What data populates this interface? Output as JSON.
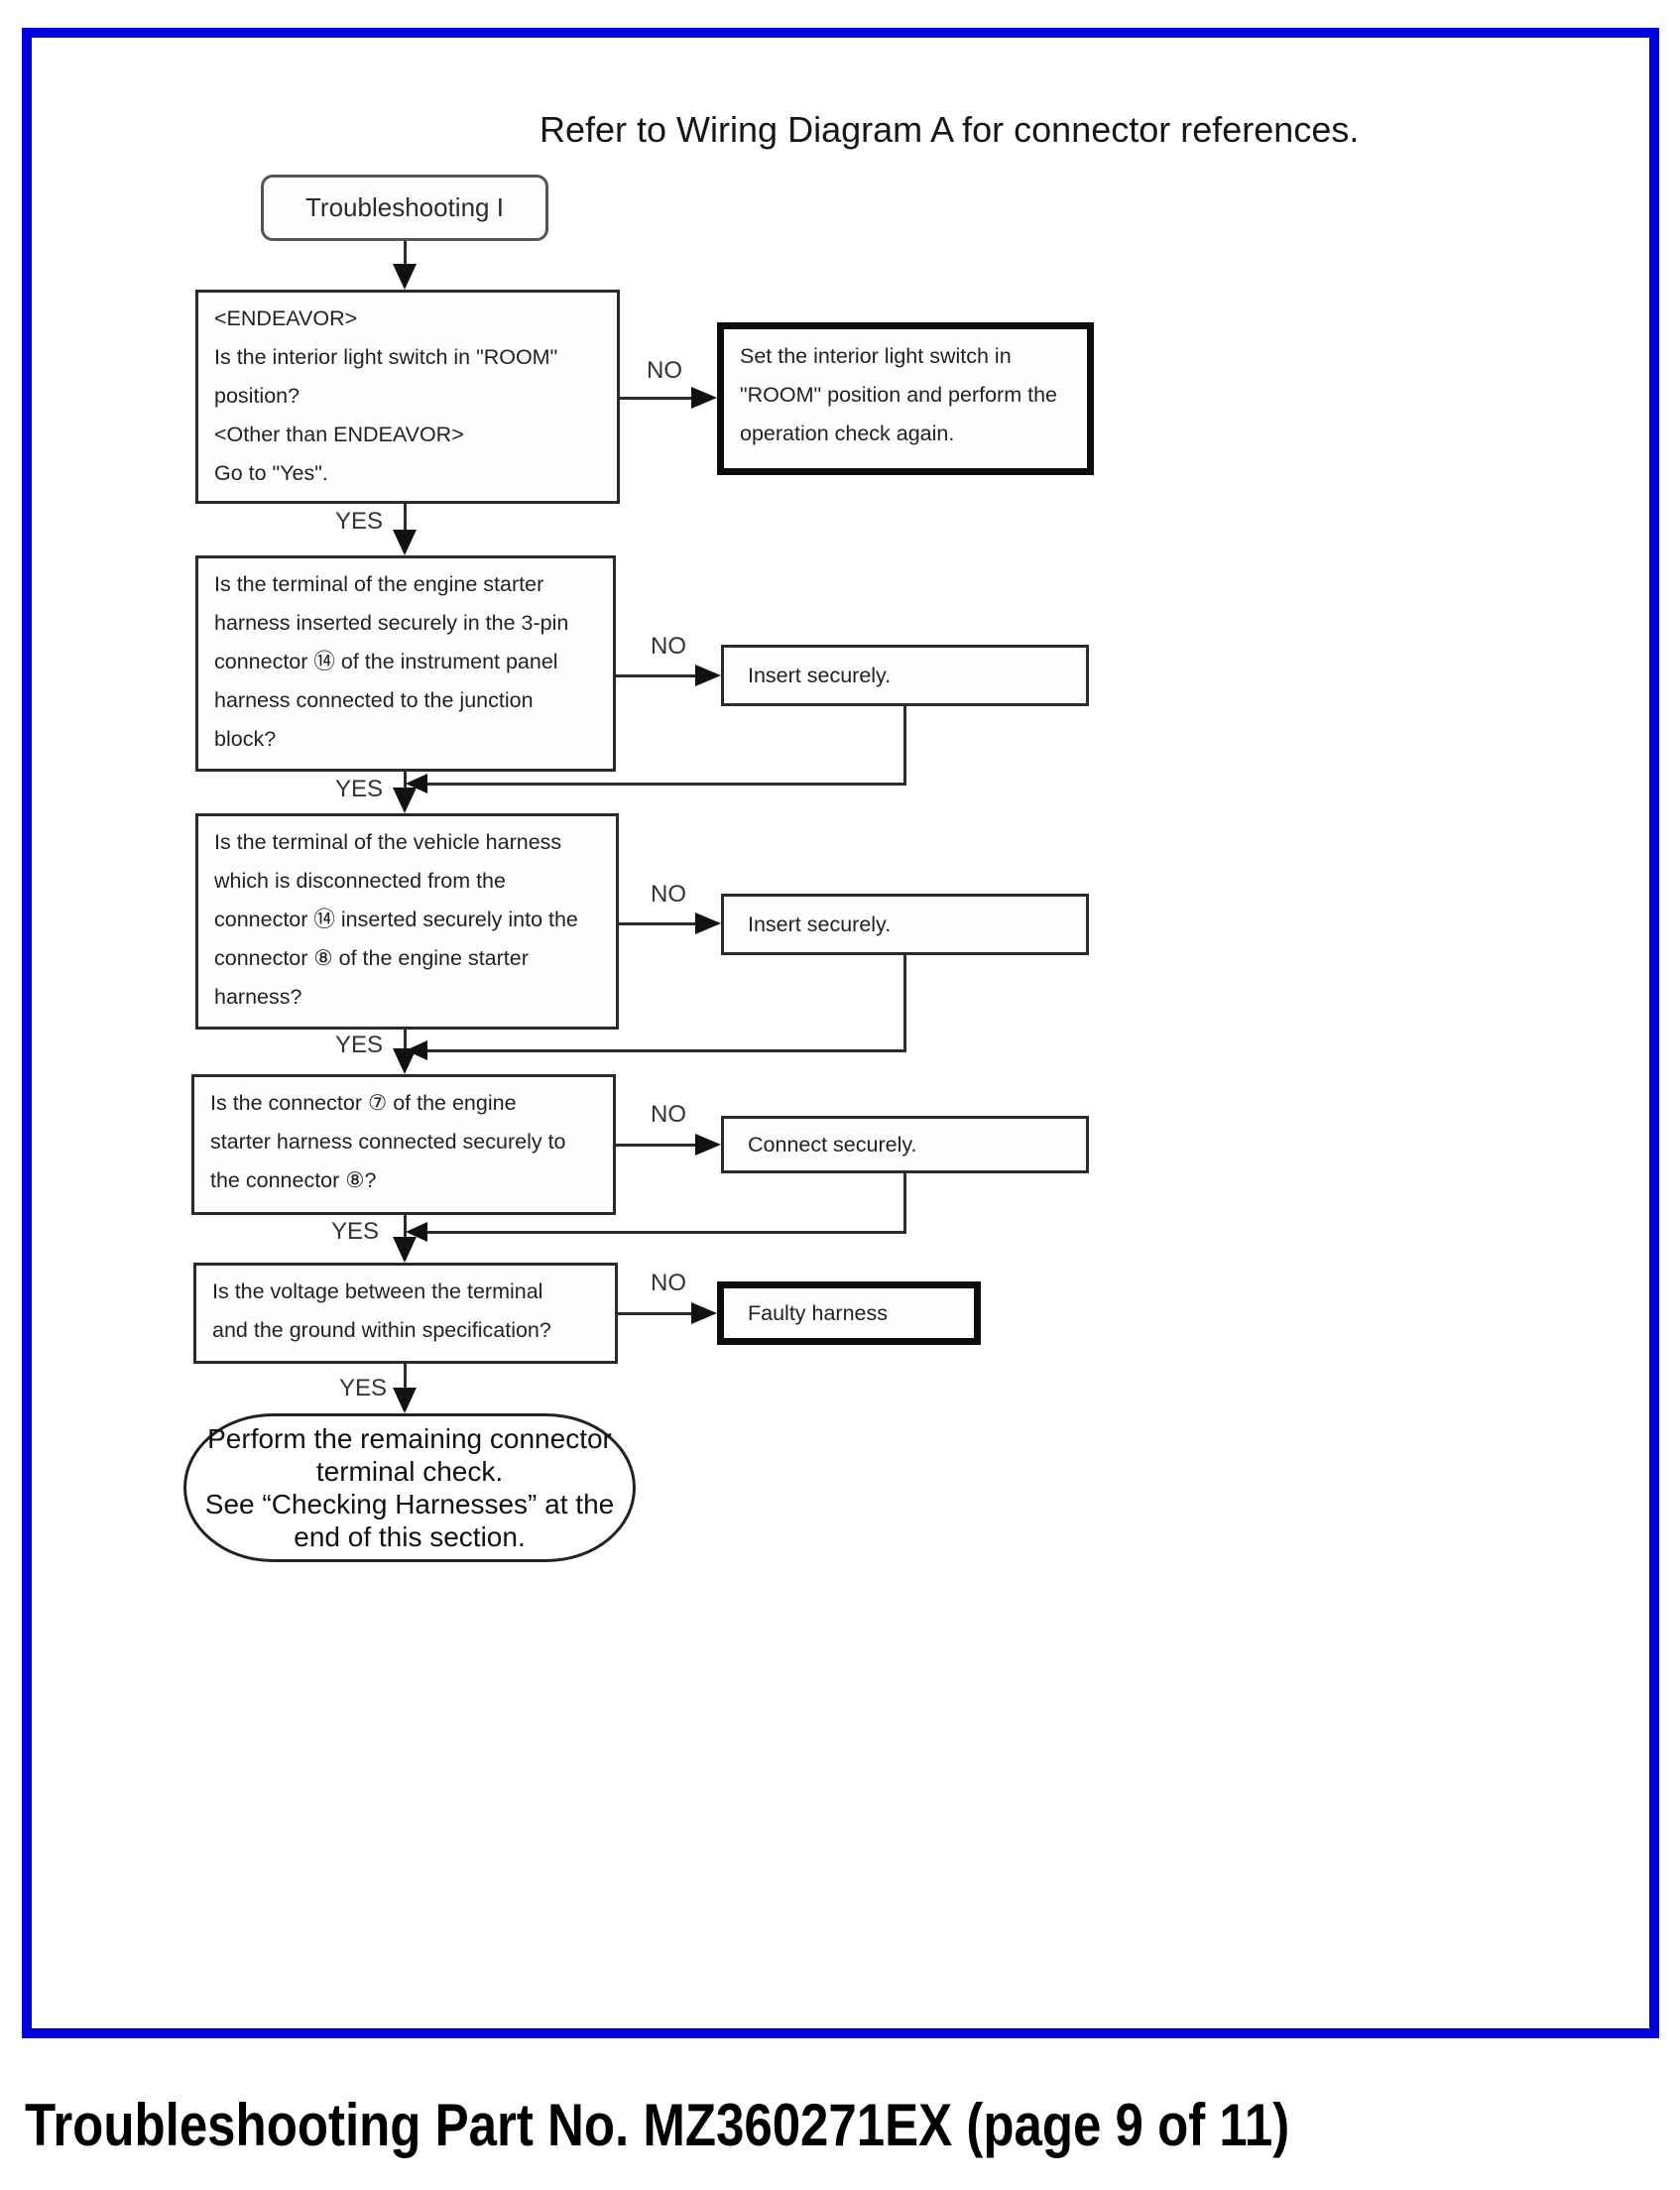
{
  "page": {
    "header_note": "Refer to Wiring Diagram A for connector references.",
    "footer_title": "Troubleshooting Part No. MZ360271EX (page 9 of 11)",
    "border_color": "#0101dd"
  },
  "flowchart": {
    "start_label": "Troubleshooting I",
    "steps": [
      {
        "question": [
          "<ENDEAVOR>",
          "Is the interior light switch in \"ROOM\"",
          "position?",
          "<Other than ENDEAVOR>",
          "Go to \"Yes\"."
        ],
        "no_label": "NO",
        "yes_label": "YES",
        "action": [
          "Set the interior light switch in",
          "\"ROOM\" position and perform the",
          "operation check again."
        ],
        "action_emphasis": true
      },
      {
        "question": [
          "Is the terminal of the engine starter",
          "harness inserted securely in the 3-pin",
          "connector ⑭ of the instrument panel",
          "harness connected to the junction",
          "block?"
        ],
        "no_label": "NO",
        "yes_label": "YES",
        "action": [
          "Insert securely."
        ],
        "action_emphasis": false
      },
      {
        "question": [
          "Is the terminal of the vehicle harness",
          "which is disconnected from the",
          "connector ⑭ inserted securely into the",
          "connector ⑧ of the engine starter",
          "harness?"
        ],
        "no_label": "NO",
        "yes_label": "YES",
        "action": [
          "Insert securely."
        ],
        "action_emphasis": false
      },
      {
        "question": [
          "Is the connector ⑦ of the engine",
          "starter harness connected securely to",
          "the connector ⑧?"
        ],
        "no_label": "NO",
        "yes_label": "YES",
        "action": [
          "Connect securely."
        ],
        "action_emphasis": false
      },
      {
        "question": [
          "Is the voltage between the terminal",
          "and the ground within specification?"
        ],
        "no_label": "NO",
        "yes_label": "YES",
        "action": [
          "Faulty harness"
        ],
        "action_emphasis": true
      }
    ],
    "end_note": [
      "Perform the remaining connector",
      "terminal check.",
      "See “Checking Harnesses” at the",
      "end of this section."
    ]
  }
}
